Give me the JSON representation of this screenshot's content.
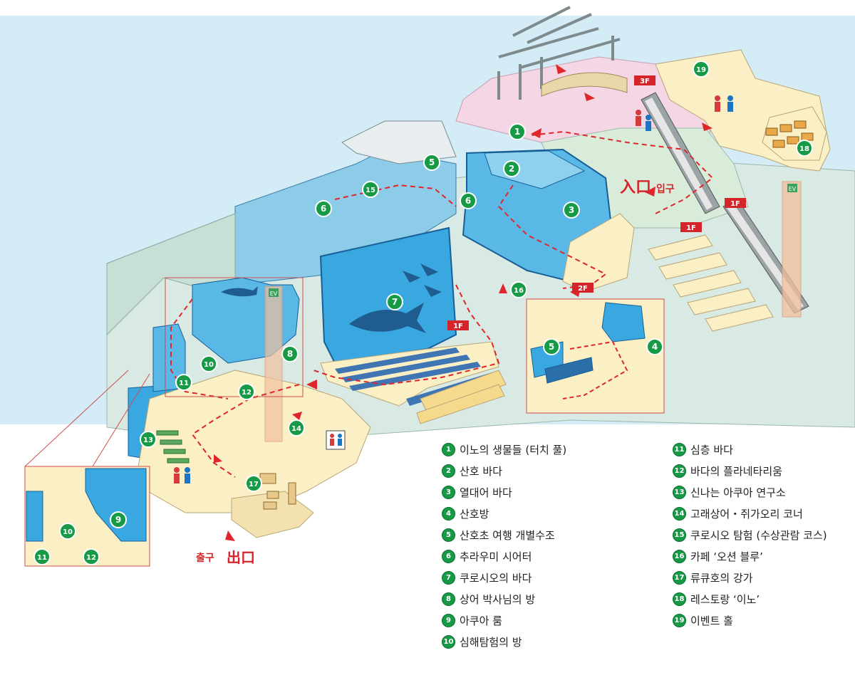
{
  "map": {
    "entrance_label": "입구",
    "entrance_kanji": "入口",
    "exit_label": "출구",
    "exit_kanji": "出口",
    "floor_3f": "3F",
    "floor_2f": "2F",
    "floor_1f": "1F",
    "elevator": "EV",
    "markers": [
      "1",
      "2",
      "3",
      "4",
      "5",
      "6",
      "7",
      "8",
      "9",
      "10",
      "11",
      "12",
      "13",
      "14",
      "15",
      "16",
      "17",
      "18",
      "19"
    ]
  },
  "legend": {
    "left": [
      {
        "num": "1",
        "label": "이노의 생물들 (터치 풀)"
      },
      {
        "num": "2",
        "label": "산호 바다"
      },
      {
        "num": "3",
        "label": "열대어 바다"
      },
      {
        "num": "4",
        "label": "산호방"
      },
      {
        "num": "5",
        "label": "산호초 여행 개별수조"
      },
      {
        "num": "6",
        "label": "추라우미 시어터"
      },
      {
        "num": "7",
        "label": "쿠로시오의 바다"
      },
      {
        "num": "8",
        "label": "상어 박사님의 방"
      },
      {
        "num": "9",
        "label": "아쿠아 룸"
      },
      {
        "num": "10",
        "label": "심해탐험의 방"
      }
    ],
    "right": [
      {
        "num": "11",
        "label": "심층 바다"
      },
      {
        "num": "12",
        "label": "바다의 플라네타리움"
      },
      {
        "num": "13",
        "label": "신나는 아쿠아 연구소"
      },
      {
        "num": "14",
        "label": "고래상어・쥐가오리 코너"
      },
      {
        "num": "15",
        "label": "쿠로시오 탐험 (수상관람 코스)"
      },
      {
        "num": "16",
        "label": "카페 ‘오션 블루’"
      },
      {
        "num": "17",
        "label": "류큐호의 강가"
      },
      {
        "num": "18",
        "label": "레스토랑 ‘이노’"
      },
      {
        "num": "19",
        "label": "이벤트 홀"
      }
    ]
  },
  "colors": {
    "sky": "#d3ecf5",
    "floor": "#fbefc5",
    "water": "#3aa8e0",
    "deep_water": "#1f7fc4",
    "wall": "#8ccce8",
    "marker": "#169a46",
    "route": "#e0262b",
    "pink_floor": "#f5d6e4"
  }
}
